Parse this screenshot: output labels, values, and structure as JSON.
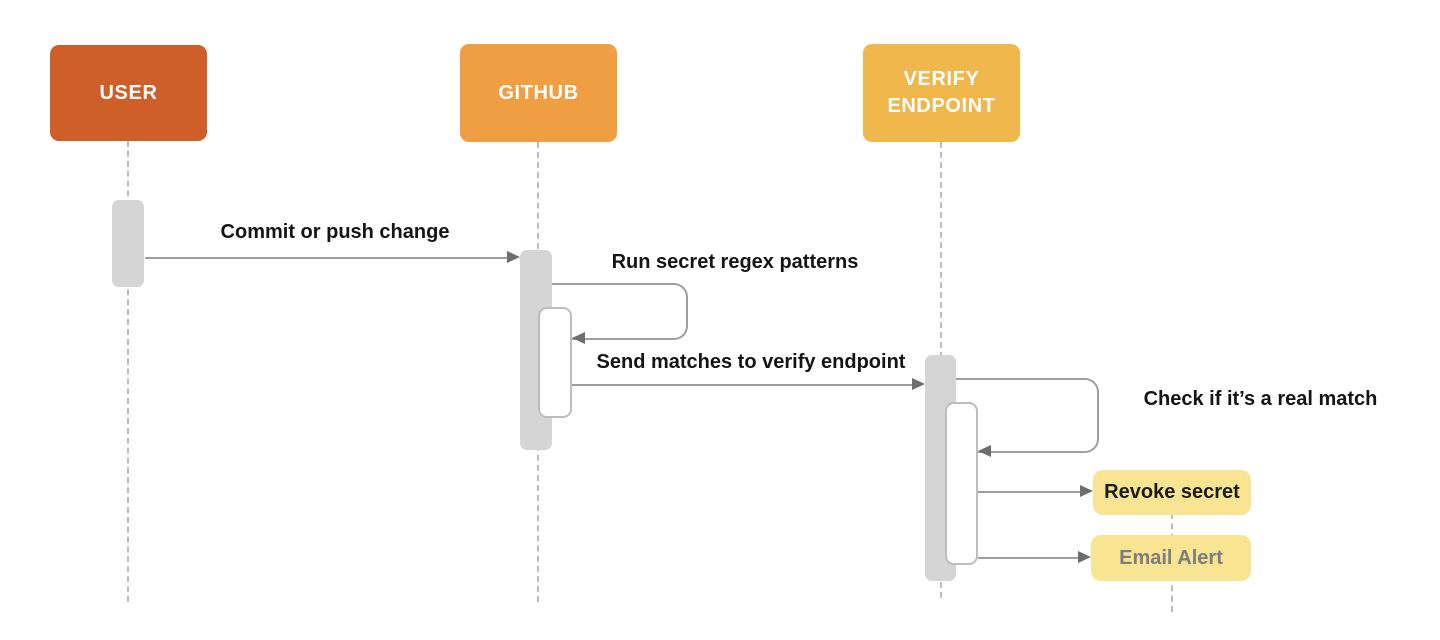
{
  "diagram": {
    "title": "Secret scanning sequence diagram",
    "colors": {
      "actor_user": "#CE5F28",
      "actor_github": "#EF9F42",
      "actor_verify": "#F0B74D",
      "note_fill": "#F9E492",
      "note_text_dark": "#1a1a1a",
      "note_text_gray": "#7d7d7d",
      "activation_fill": "#d5d5d5",
      "line": "#9e9e9e",
      "arrowhead": "#6d6d6d",
      "lifeline": "#bcbcbc",
      "background": "#ffffff"
    },
    "actors": [
      {
        "id": "user",
        "label": "USER"
      },
      {
        "id": "github",
        "label": "GITHUB"
      },
      {
        "id": "verify",
        "label": "VERIFY ENDPOINT"
      }
    ],
    "messages": [
      {
        "id": "commit",
        "from": "user",
        "to": "github",
        "type": "arrow",
        "label": "Commit or push change"
      },
      {
        "id": "regex",
        "from": "github",
        "to": "github",
        "type": "self-loop",
        "label": "Run secret regex patterns"
      },
      {
        "id": "send",
        "from": "github",
        "to": "verify",
        "type": "arrow",
        "label": "Send matches to verify endpoint"
      },
      {
        "id": "check",
        "from": "verify",
        "to": "verify",
        "type": "self-loop",
        "label": "Check if it’s a real match"
      },
      {
        "id": "revoke",
        "from": "verify",
        "to": "revoke-note",
        "type": "arrow",
        "label": ""
      },
      {
        "id": "email",
        "from": "verify",
        "to": "email-note",
        "type": "arrow",
        "label": ""
      }
    ],
    "notes": [
      {
        "id": "revoke-note",
        "label": "Revoke secret"
      },
      {
        "id": "email-note",
        "label": "Email Alert"
      }
    ]
  }
}
